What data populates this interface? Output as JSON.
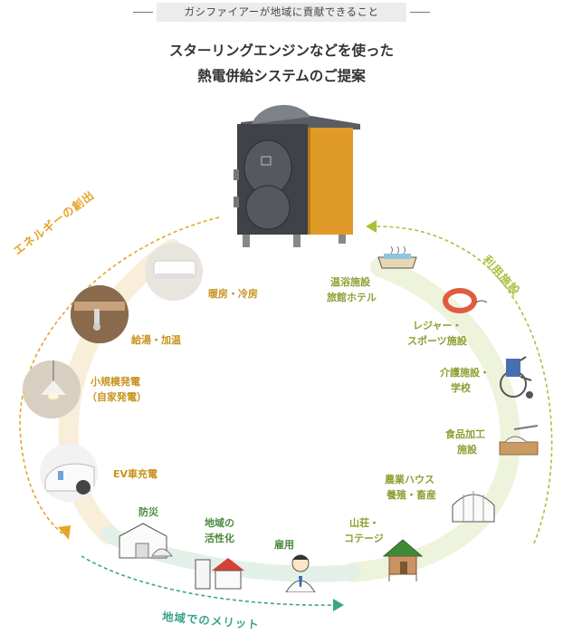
{
  "header": {
    "badge": "ガシファイアーが地域に貢献できること",
    "title_line1": "スターリングエンジンなどを使った",
    "title_line2": "熱電併給システムのご提案"
  },
  "left_arc": {
    "title": "エネルギーの創出",
    "items": [
      {
        "label": "暖房・冷房"
      },
      {
        "label": "給湯・加温"
      },
      {
        "label_line1": "小規模発電",
        "label_line2": "（自家発電）"
      },
      {
        "label": "EV車充電"
      }
    ]
  },
  "right_arc": {
    "title": "利用施設",
    "items": [
      {
        "label_line1": "温浴施設",
        "label_line2": "旅館ホテル"
      },
      {
        "label_line1": "レジャー・",
        "label_line2": "スポーツ施設"
      },
      {
        "label_line1": "介護施設・",
        "label_line2": "学校"
      },
      {
        "label_line1": "食品加工",
        "label_line2": "施設"
      },
      {
        "label_line1": "農業ハウス",
        "label_line2": "養殖・畜産"
      },
      {
        "label_line1": "山荘・",
        "label_line2": "コテージ"
      }
    ]
  },
  "bottom_arc": {
    "title": "地域でのメリット",
    "items": [
      {
        "label": "防災"
      },
      {
        "label_line1": "地域の",
        "label_line2": "活性化"
      },
      {
        "label": "雇用"
      }
    ]
  },
  "colors": {
    "orange": "#e6a42a",
    "green": "#a8c23e",
    "teal": "#3aa58a",
    "label_orange": "#c8931d",
    "band_cream": "#f8eed9",
    "band_green": "#eef3dc"
  }
}
